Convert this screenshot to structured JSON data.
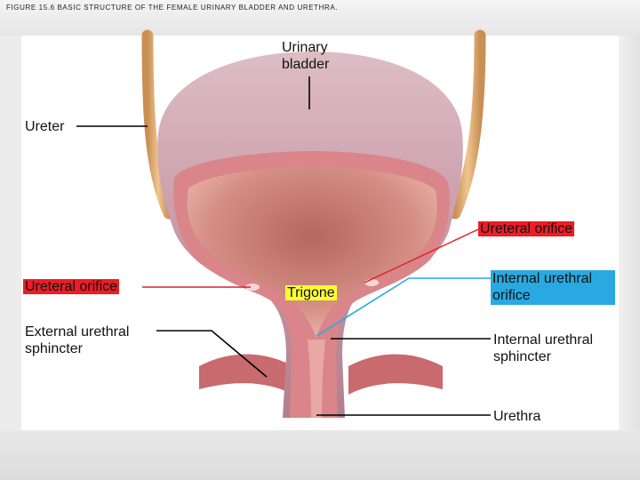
{
  "header": "FIGURE 15.6 BASIC STRUCTURE OF THE FEMALE URINARY BLADDER AND URETHRA.",
  "labels": {
    "urinary_bladder_line1": "Urinary",
    "urinary_bladder_line2": "bladder",
    "ureter": "Ureter",
    "ureteral_orifice_right": "Ureteral orifice",
    "ureteral_orifice_left": "Ureteral orifice",
    "trigone": "Trigone",
    "internal_urethral_orifice_line1": "Internal urethral",
    "internal_urethral_orifice_line2": "orifice",
    "external_urethral_sphincter_line1": "External urethral",
    "external_urethral_sphincter_line2": "sphincter",
    "internal_urethral_sphincter_line1": "Internal urethral",
    "internal_urethral_sphincter_line2": "sphincter",
    "urethra": "Urethra"
  },
  "colors": {
    "red_highlight": "#ee1c25",
    "yellow_highlight": "#ffff33",
    "blue_highlight": "#29a9e1",
    "leader_line": "#000000",
    "red_leader": "#e41d24",
    "blue_leader": "#29a9e1"
  }
}
